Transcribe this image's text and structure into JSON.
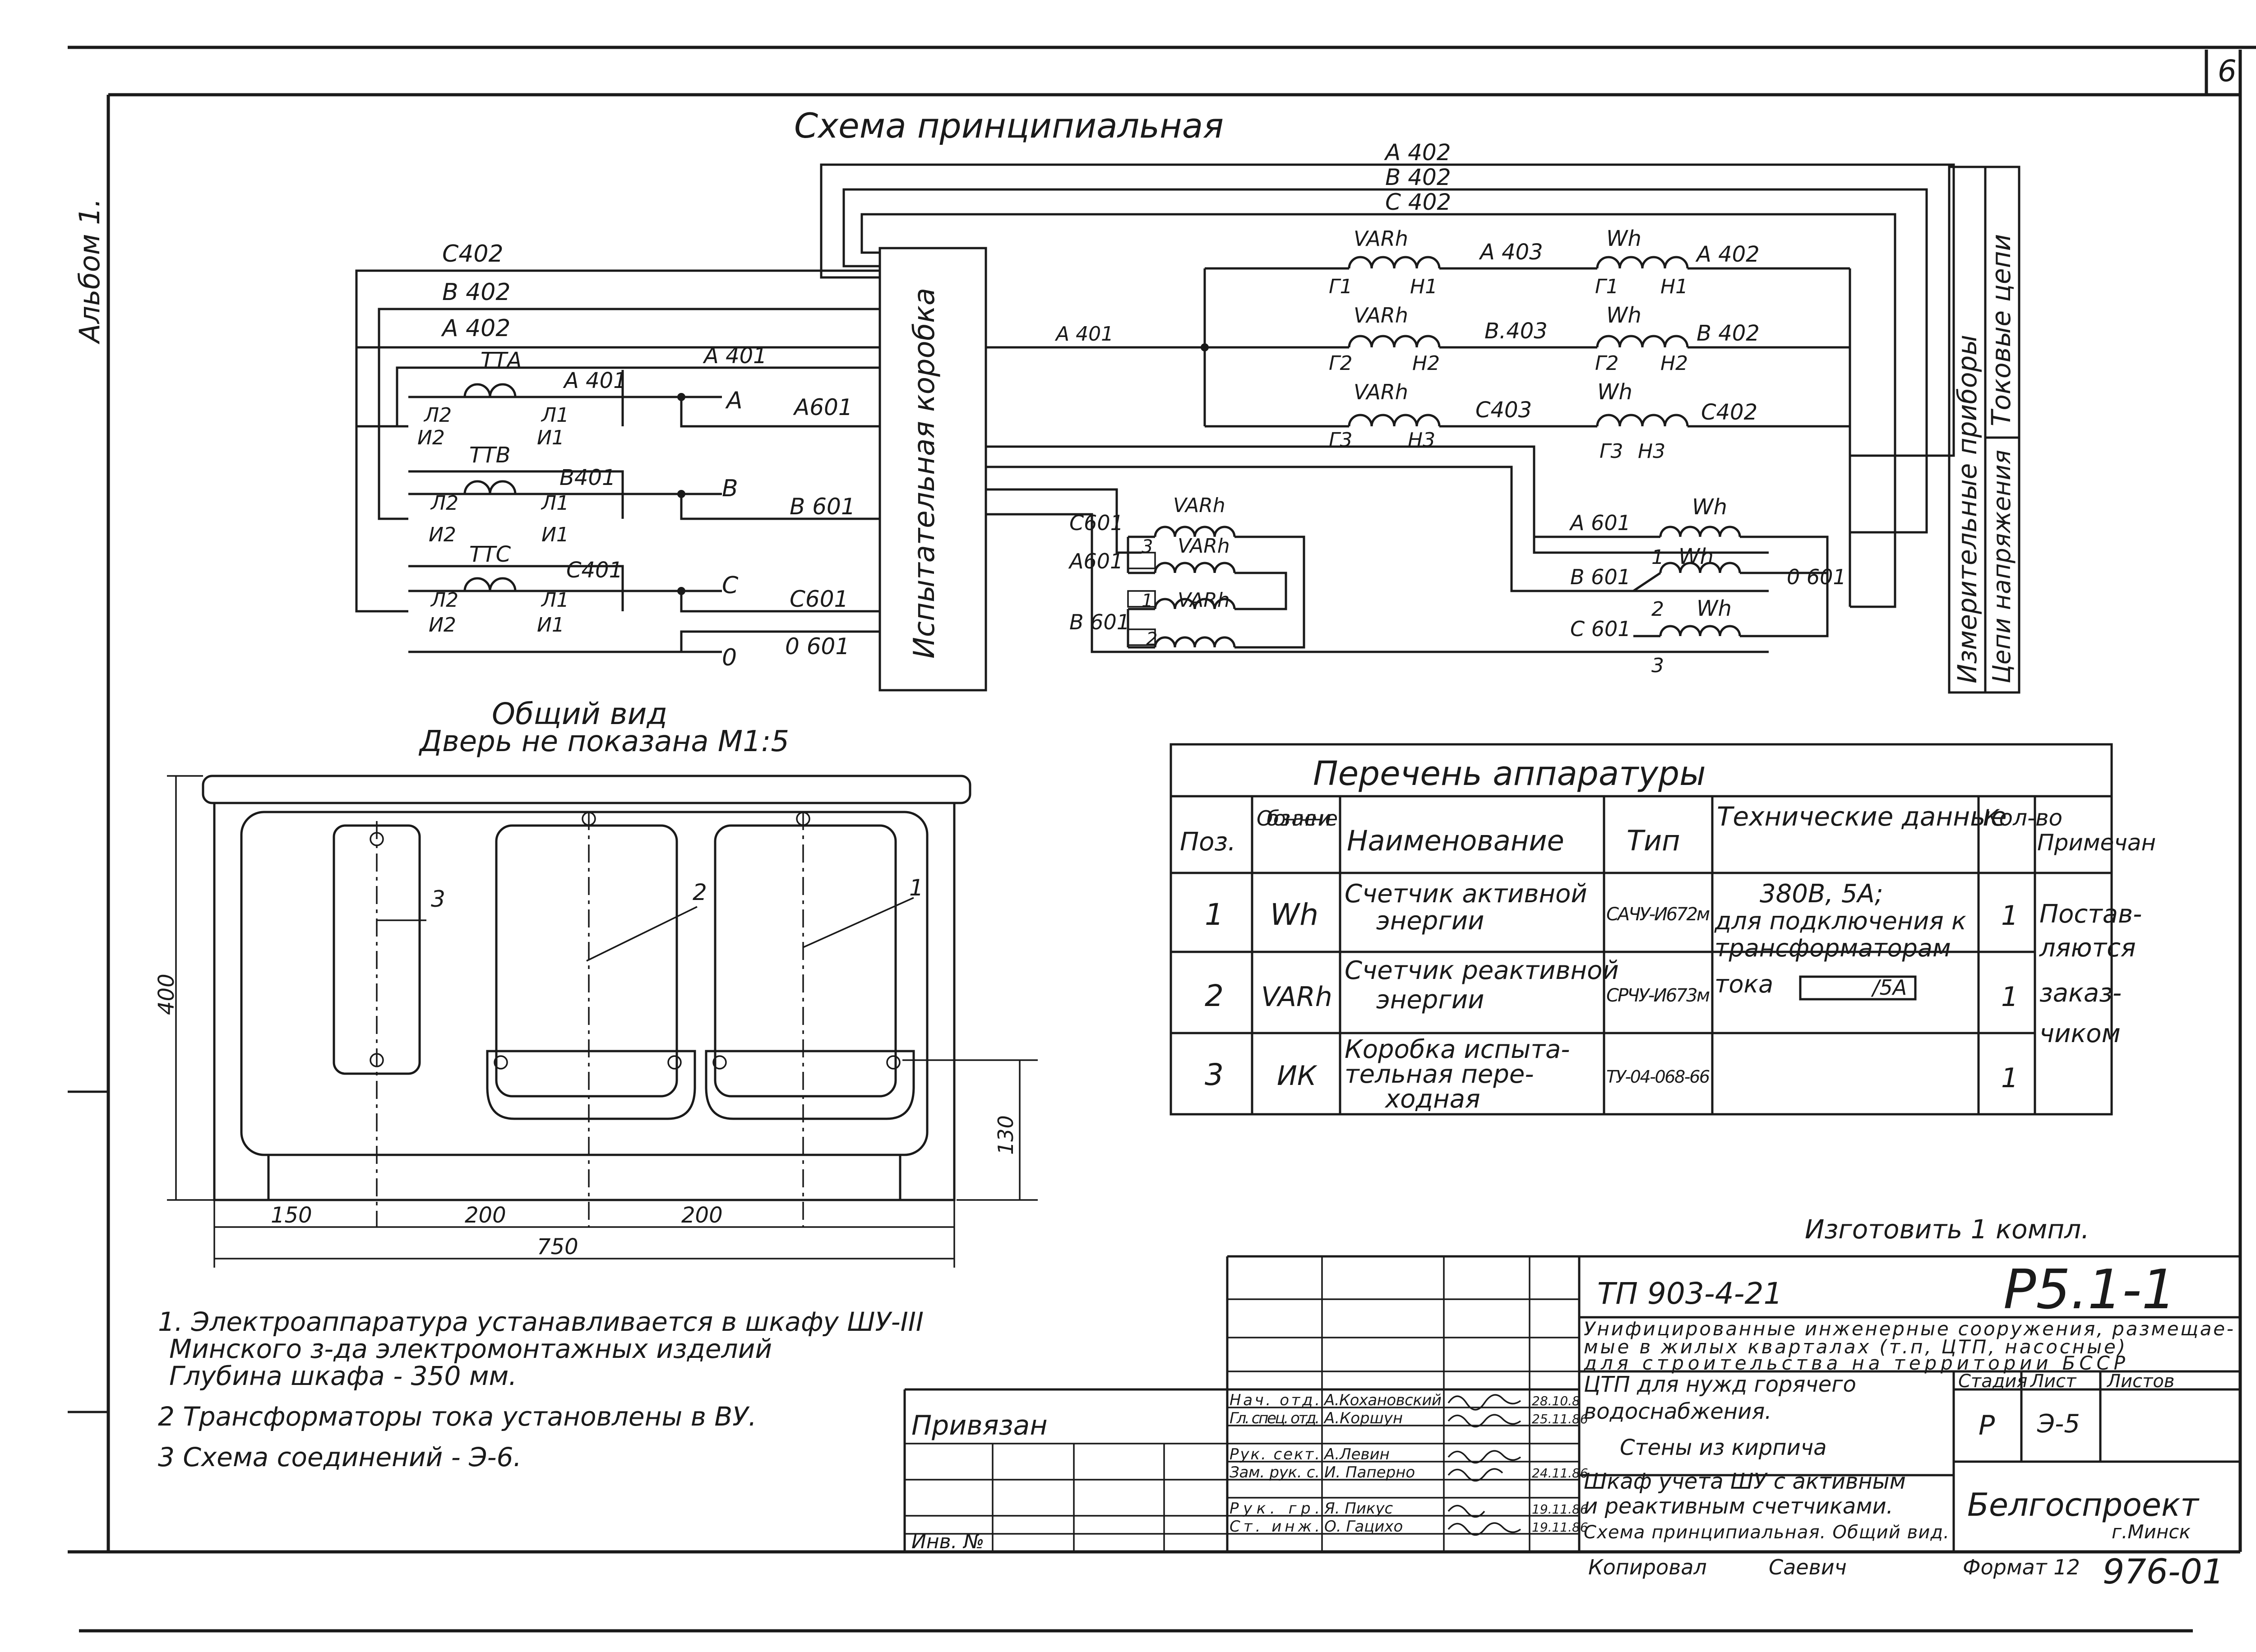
{
  "sheet_number": "6",
  "album_label": "Альбом 1.",
  "schematic": {
    "title": "Схема принципиальная",
    "bus_labels": {
      "a402": "А 402",
      "b402": "В 402",
      "c402": "С 402"
    },
    "left_labels": {
      "c402": "С402",
      "b402": "В 402",
      "a402": "А 402",
      "a401": "А 401"
    },
    "ct": [
      {
        "name": "ТТА",
        "l2": "Л2",
        "l1": "Л1",
        "i2": "И2",
        "i1": "И1",
        "out": "А 401",
        "phase": "А",
        "wire": "А601"
      },
      {
        "name": "ТТВ",
        "l2": "Л2",
        "l1": "Л1",
        "i2": "И2",
        "i1": "И1",
        "out": "В401",
        "phase": "В",
        "wire": "В 601"
      },
      {
        "name": "ТТС",
        "l2": "Л2",
        "l1": "Л1",
        "i2": "И2",
        "i1": "И1",
        "out": "С401",
        "phase": "С",
        "wire": "С601"
      }
    ],
    "neutral": {
      "phase": "0",
      "wire": "0 601"
    },
    "test_box_label": "Испытательная коробка",
    "a401_mid": "А 401",
    "current_rows": [
      {
        "varh": "VARh",
        "g": "Г1",
        "h": "Н1",
        "mid": "А 403",
        "wh": "Wh",
        "g2": "Г1",
        "h2": "Н1",
        "end": "А 402"
      },
      {
        "varh": "VARh",
        "g": "Г2",
        "h": "Н2",
        "mid": "В.403",
        "wh": "Wh",
        "g2": "Г2",
        "h2": "Н2",
        "end": "В 402"
      },
      {
        "varh": "VARh",
        "g": "Г3",
        "h": "Н3",
        "mid": "С403",
        "wh": "Wh",
        "g2": "Г3",
        "h2": "Н3",
        "end": "С402"
      }
    ],
    "voltage_varh": [
      {
        "wire": "С601",
        "label": "VARh",
        "num": "3"
      },
      {
        "wire": "А601",
        "label": "VARh",
        "num": "1"
      },
      {
        "wire": "В 601",
        "label": "VARh",
        "num": "2"
      }
    ],
    "voltage_wh": [
      {
        "wire": "А 601",
        "label": "Wh",
        "num": "1"
      },
      {
        "wire": "В 601",
        "label": "Wh",
        "num": "2"
      },
      {
        "wire": "С 601",
        "label": "Wh",
        "num": "3"
      }
    ],
    "d601": "0 601",
    "side_table": {
      "measuring": "Измерительные приборы",
      "current": "Токовые цепи",
      "voltage": "Цепи напряжения"
    }
  },
  "view": {
    "title": "Общий вид",
    "subtitle": "Дверь не показана   М1:5",
    "dims": {
      "height": "400",
      "lower": "130",
      "d150": "150",
      "d200a": "200",
      "d200b": "200",
      "total": "750"
    },
    "callouts": [
      "3",
      "2",
      "1"
    ]
  },
  "equipment": {
    "title": "Перечень аппаратуры",
    "headers": [
      "Поз.",
      "Обозна чение",
      "Наименование",
      "Тип",
      "Технические данные",
      "Кол-во",
      "Примечан"
    ],
    "rows": [
      {
        "pos": "1",
        "code": "Wh",
        "name": [
          "Счетчик активной",
          "энергии"
        ],
        "type": "САЧУ-И672м",
        "qty": "1"
      },
      {
        "pos": "2",
        "code": "VARh",
        "name": [
          "Счетчик реактивной",
          "энергии"
        ],
        "type": "СРЧУ-И673м",
        "qty": "1"
      },
      {
        "pos": "3",
        "code": "ИК",
        "name": [
          "Коробка испыта-",
          "тельная пере-",
          "ходная"
        ],
        "type": "ТУ-04-068-66",
        "qty": "1"
      }
    ],
    "tech": [
      "380В, 5А;",
      "для подключения к",
      "трансформаторам",
      "тока"
    ],
    "tech_box": "/5А",
    "note": [
      "Постав-",
      "ляются",
      "заказ-",
      "чиком"
    ]
  },
  "notes": [
    "1. Электроаппаратура устанавливается в шкафу ШУ-III",
    "Минского з-да  электромонтажных  изделий",
    "Глубина  шкафа - 350 мм.",
    "2 Трансформаторы тока установлены в ВУ.",
    "3 Схема  соединений  - Э-6."
  ],
  "make": "Изготовить  1  компл.",
  "title_block": {
    "project": "ТП  903-4-21",
    "code": "Р5.1-1",
    "description": [
      "Унифицированные инженерные сооружения, размещае-",
      "мые в жилых кварталах (т.п, ЦТП, насосные)",
      "для строительства на территории БССР"
    ],
    "object": [
      "ЦТП для нужд горячего",
      "водоснабжения.",
      "Стены из кирпича"
    ],
    "sheet_title": [
      "Шкаф учета ШУ с активным",
      "и реактивным счетчиками.",
      "Схема принципиальная. Общий вид."
    ],
    "stage_headers": [
      "Стадия",
      "Лист",
      "Листов"
    ],
    "stage_values": [
      "Р",
      "Э-5",
      ""
    ],
    "org": "Белгоспроект",
    "city": "г.Минск",
    "people": [
      {
        "role": "Нач. отд.",
        "name": "А.Кохановский",
        "date": "28.10.8"
      },
      {
        "role": "Гл. спец. отд.",
        "name": "А.Коршун",
        "date": "25.11.86"
      },
      {
        "role": "Рук. сект.",
        "name": "А.Левин",
        "date": ""
      },
      {
        "role": "Зам. рук. с.",
        "name": "И. Паперно",
        "date": "24.11.86"
      },
      {
        "role": "Рук. гр.",
        "name": "Я. Пикус",
        "date": "19.11.86"
      },
      {
        "role": "Ст. инж.",
        "name": "О. Гацихо",
        "date": "19.11.86"
      }
    ],
    "bound": "Привязан",
    "inv": "Инв. №",
    "copied": "Копировал",
    "copier": "Саевич",
    "format": "Формат 12",
    "archive": "976-01"
  }
}
